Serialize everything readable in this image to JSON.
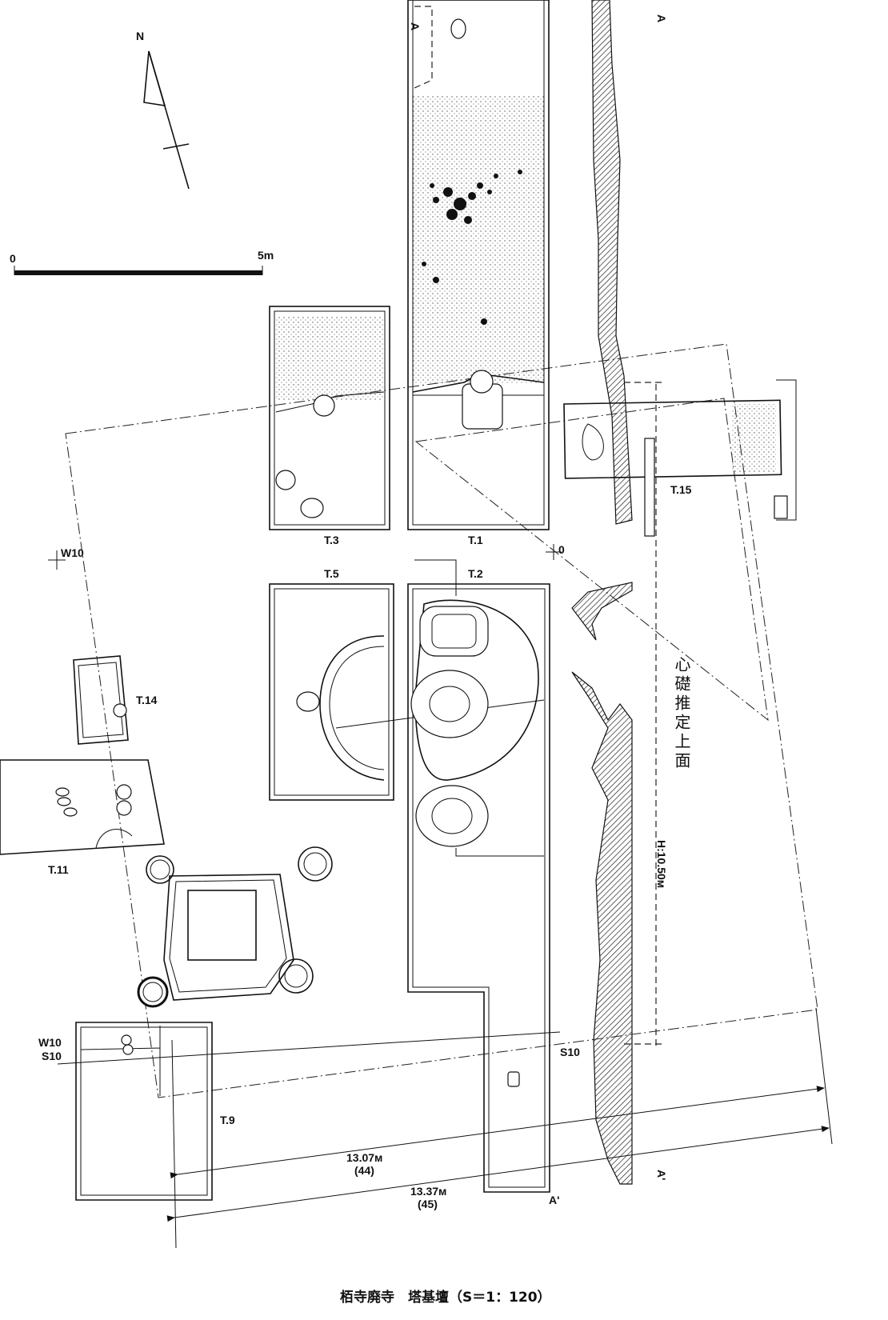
{
  "caption": "栢寺廃寺　塔基壇（S＝1：120）",
  "north_label": "N",
  "scale": {
    "start": "0",
    "end": "5m"
  },
  "section_marks": {
    "a_top_left": "A",
    "a_top_right": "A",
    "a_bottom_left": "A'",
    "a_bottom_right": "A'"
  },
  "trenches": {
    "t1": "T.1",
    "t2": "T.2",
    "t3": "T.3",
    "t5": "T.5",
    "t9": "T.9",
    "t11": "T.11",
    "t14": "T.14",
    "t15": "T.15"
  },
  "grid": {
    "w10_top": "W10",
    "w10_bottom": "W10",
    "s10_left": "S10",
    "s10_right": "S10",
    "origin": "0"
  },
  "annotations": {
    "center_stone": "心礎推定上面",
    "height": "H:10.50м"
  },
  "dimensions": {
    "d1": "13.07м",
    "d1_sub": "(44)",
    "d2": "13.37м",
    "d2_sub": "(45)"
  }
}
